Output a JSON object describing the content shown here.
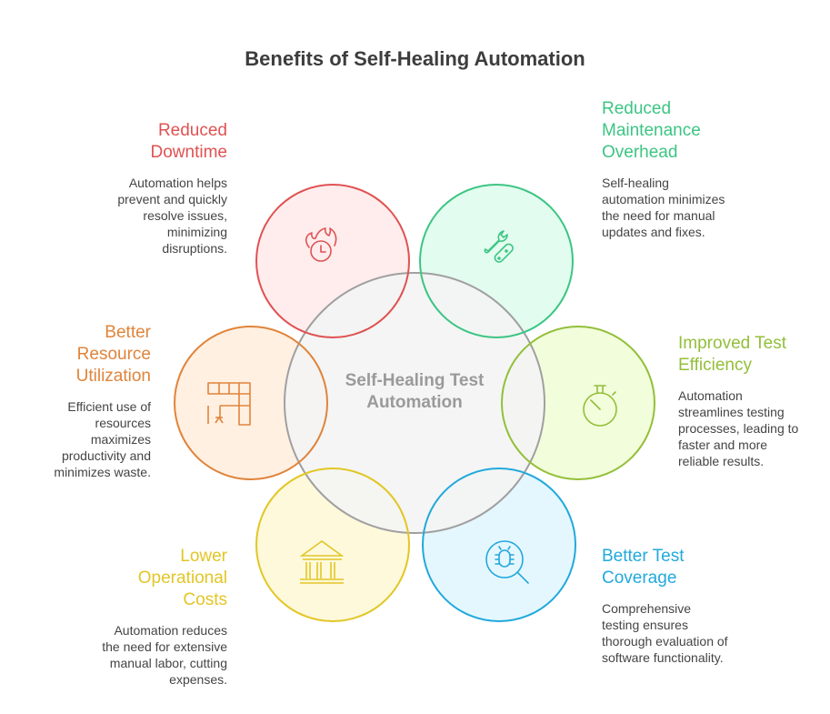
{
  "title": "Benefits of Self-Healing Automation",
  "center": {
    "label": "Self-Healing Test Automation",
    "color": "#a0a0a0"
  },
  "benefits": [
    {
      "title": "Reduced Downtime",
      "description": "Automation helps prevent and quickly resolve issues, minimizing disruptions.",
      "icon": "fire-clock-icon",
      "color": "#e05252"
    },
    {
      "title": "Reduced Maintenance Overhead",
      "description": "Self-healing automation minimizes the need for manual updates and fixes.",
      "icon": "wrench-tool-icon",
      "color": "#3cc583"
    },
    {
      "title": "Better Resource Utilization",
      "description": "Efficient use of resources maximizes productivity and minimizes waste.",
      "icon": "workspace-shelves-icon",
      "color": "#e0843a"
    },
    {
      "title": "Improved Test Efficiency",
      "description": "Automation streamlines testing processes, leading to faster and more reliable results.",
      "icon": "stopwatch-icon",
      "color": "#93bf3a"
    },
    {
      "title": "Lower Operational Costs",
      "description": "Automation reduces the need for extensive manual labor, cutting expenses.",
      "icon": "bank-icon",
      "color": "#e2c626"
    },
    {
      "title": "Better Test Coverage",
      "description": "Comprehensive testing ensures thorough evaluation of software functionality.",
      "icon": "bug-search-icon",
      "color": "#22a9dc"
    }
  ]
}
